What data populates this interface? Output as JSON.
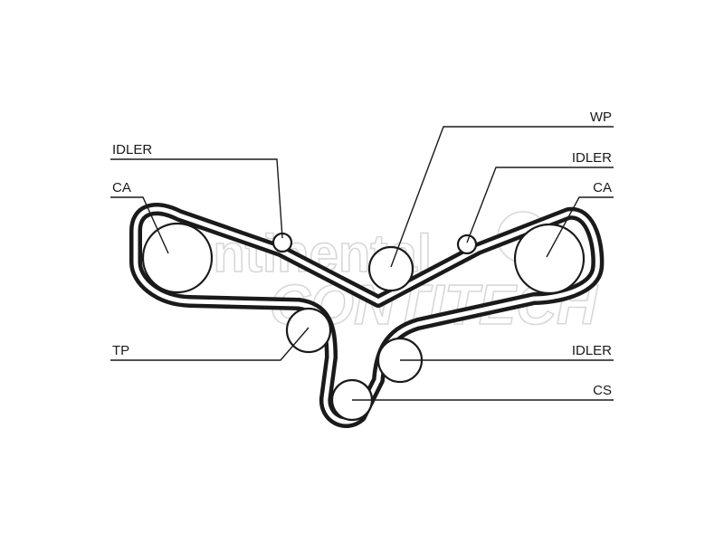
{
  "watermark": {
    "brand_top": "Continental",
    "brand_bottom": "CONTITECH"
  },
  "labels": {
    "idler_top_left": "IDLER",
    "ca_left": "CA",
    "wp": "WP",
    "idler_top_right": "IDLER",
    "ca_right": "CA",
    "tp": "TP",
    "idler_right": "IDLER",
    "cs": "CS"
  },
  "colors": {
    "ink": "#1a1a1a",
    "watermark": "#d8d8d8",
    "background": "#ffffff"
  }
}
